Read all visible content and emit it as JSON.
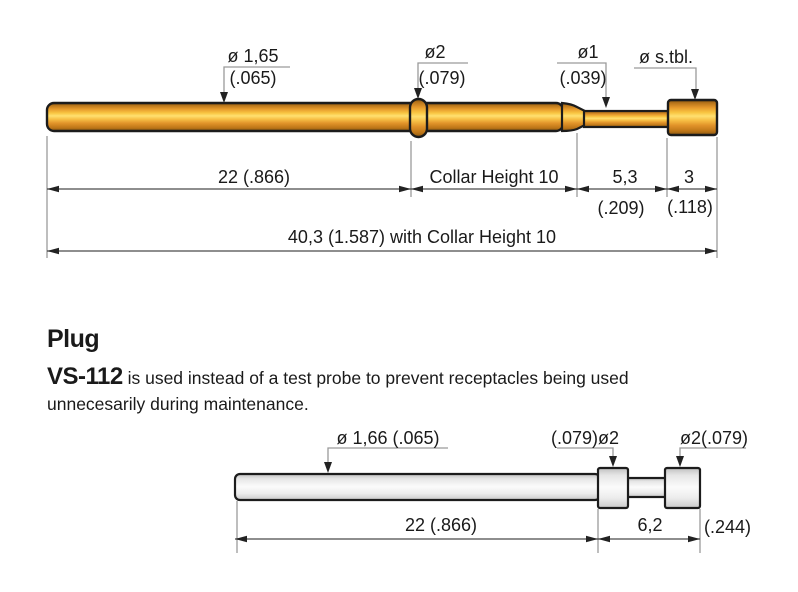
{
  "colors": {
    "background": "#ffffff",
    "outline": "#1c1c1c",
    "gold_highlight": "#ffe070",
    "gold_mid": "#e89b2e",
    "gold_shadow": "#8a5812",
    "steel_light": "#fafafa",
    "steel_shadow": "#c9c9c9",
    "dimension_line": "#4a4a4a",
    "extension_line": "#9a9a9a",
    "text": "#1a1a1a"
  },
  "top_drawing": {
    "name": "test-probe-receptacle-drawing",
    "labels": {
      "shaft_dia": "ø 1,65",
      "shaft_dia_inch": "(.065)",
      "collar_dia": "ø2",
      "collar_dia_inch": "(.079)",
      "tip_dia": "ø1",
      "tip_dia_inch": "(.039)",
      "head_dia": "ø s.tbl."
    },
    "dimensions": {
      "shaft_len": "22 (.866)",
      "collar_height": "Collar Height 10",
      "tip_len": "5,3",
      "tip_len_inch": "(.209)",
      "head_len": "3",
      "head_len_inch": "(.118)",
      "overall_len": "40,3 (1.587) with Collar Height 10"
    }
  },
  "text_block": {
    "title": "Plug",
    "model": "VS-112",
    "description": " is used instead of a test probe to prevent receptacles being used",
    "description_line2": "unnecesarily during maintenance."
  },
  "bottom_drawing": {
    "name": "plug-vs-112-drawing",
    "labels": {
      "shaft_dia": "ø 1,66  (.065)",
      "collar1_dia": "(.079)ø2",
      "collar2_dia": "ø2(.079)"
    },
    "dimensions": {
      "shaft_len": "22 (.866)",
      "end_len": "6,2",
      "end_len_inch": "(.244)"
    }
  }
}
